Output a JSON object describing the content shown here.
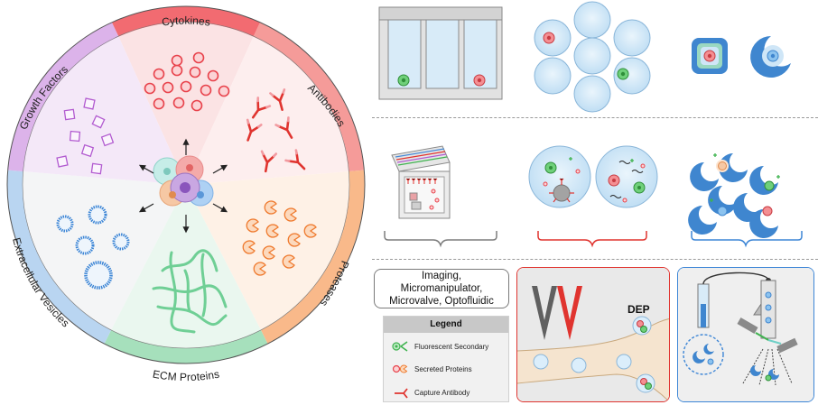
{
  "wheel": {
    "sectors": [
      {
        "label": "Cytokines",
        "color": "#e8424b",
        "fill": "#fbe3e4"
      },
      {
        "label": "Antibodies",
        "color": "#e0342f",
        "fill": "#fdeeee"
      },
      {
        "label": "Proteases",
        "color": "#ef7a2e",
        "fill": "#fef1e6"
      },
      {
        "label": "ECM Proteins",
        "color": "#2db36a",
        "fill": "#eaf7ef"
      },
      {
        "label": "Extracellular Vesicles",
        "color": "#3d86d6",
        "fill": "#f4f5f6"
      },
      {
        "label": "Growth Factors",
        "color": "#b25bd0",
        "fill": "#f4e8f8"
      }
    ]
  },
  "methods_label": "Imaging,\nMicromanipulator,\nMicrovalve, Optofluidic",
  "legend": {
    "title": "Legend",
    "items": [
      {
        "label": "Fluorescent Secondary",
        "icon": "fluorescent-secondary-icon"
      },
      {
        "label": "Secreted Proteins",
        "icon": "secreted-proteins-icon"
      },
      {
        "label": "Capture Antibody",
        "icon": "capture-antibody-icon"
      }
    ]
  },
  "dep_label": "DEP",
  "colors": {
    "gray_bracket": "#7d7d7d",
    "red_bracket": "#e0342f",
    "blue_bracket": "#3d86d6",
    "cell_red": "#e8424b",
    "cell_green": "#3fb34f",
    "well_blue": "#cfe6f7"
  }
}
